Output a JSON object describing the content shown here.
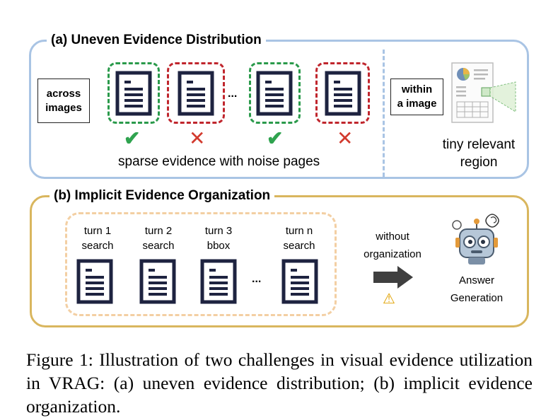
{
  "panel_a": {
    "title": "(a) Uneven Evidence Distribution",
    "across_label": "across\nimages",
    "within_label": "within\na image",
    "ellipsis": "...",
    "sparse_caption": "sparse evidence with noise pages",
    "region_caption": "tiny relevant\nregion",
    "pages": [
      {
        "status": "relevant",
        "mark": "✔"
      },
      {
        "status": "noise",
        "mark": "✕"
      },
      {
        "status": "relevant",
        "mark": "✔"
      },
      {
        "status": "noise",
        "mark": "✕"
      }
    ],
    "colors": {
      "border": "#a9c4e4",
      "relevant": "#2a9a4b",
      "noise": "#c0262d"
    }
  },
  "panel_b": {
    "title": "(b) Implicit Evidence Organization",
    "turns": [
      {
        "turn": "turn 1",
        "action": "search"
      },
      {
        "turn": "turn 2",
        "action": "search"
      },
      {
        "turn": "turn 3",
        "action": "bbox"
      },
      {
        "turn": "turn n",
        "action": "search"
      }
    ],
    "ellipsis": "...",
    "without_label": "without\norganization",
    "warning_icon": "⚠",
    "answer_label": "Answer\nGeneration",
    "colors": {
      "border": "#d9b65e",
      "turn_box": "#f3cfa3"
    }
  },
  "caption": "Figure 1: Illustration of two challenges in visual evidence utilization in VRAG: (a) uneven evidence distribution; (b) implicit evidence organization."
}
